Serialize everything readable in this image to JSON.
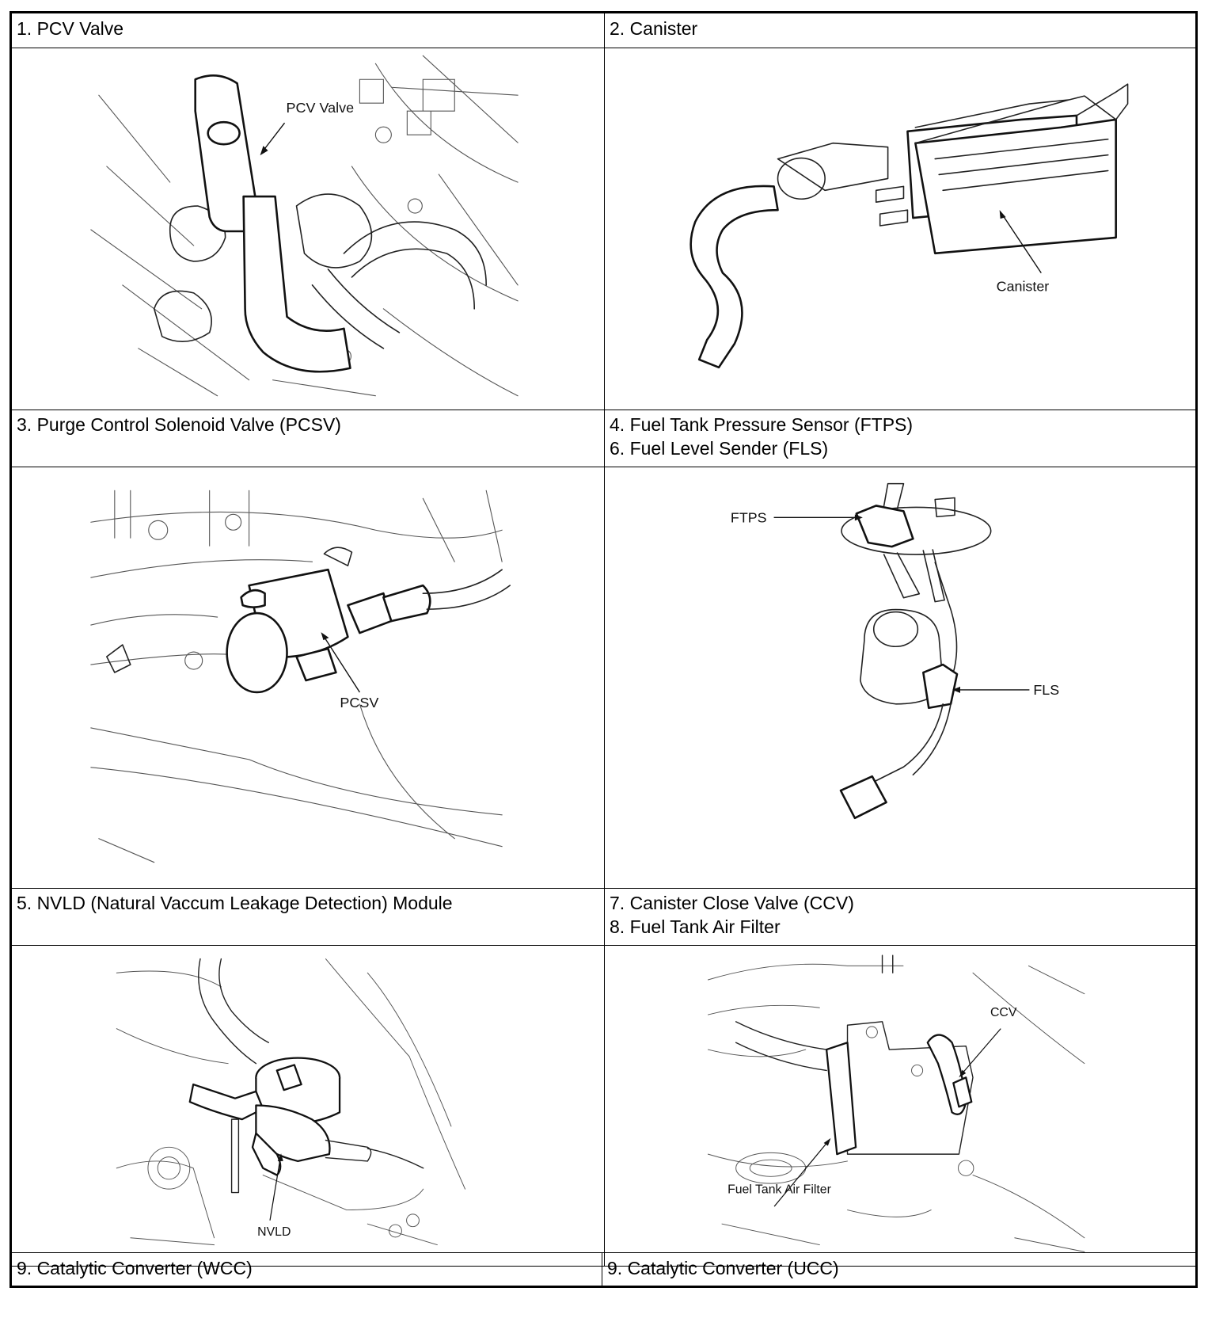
{
  "cells": [
    {
      "title": "1. PCV Valve",
      "callouts": [
        "PCV Valve"
      ]
    },
    {
      "title": "2. Canister",
      "callouts": [
        "Canister"
      ]
    },
    {
      "title": "3. Purge Control Solenoid Valve (PCSV)",
      "callouts": [
        "PCSV"
      ]
    },
    {
      "title_lines": [
        "4. Fuel Tank Pressure Sensor (FTPS)",
        "6. Fuel Level Sender (FLS)"
      ],
      "callouts": [
        "FTPS",
        "FLS"
      ]
    },
    {
      "title": "5. NVLD (Natural Vaccum Leakage Detection) Module",
      "callouts": [
        "NVLD"
      ]
    },
    {
      "title_lines": [
        "7. Canister Close Valve (CCV)",
        "8. Fuel Tank Air Filter"
      ],
      "callouts": [
        "CCV",
        "Fuel Tank Air Filter"
      ]
    },
    {
      "title": "9. Catalytic Converter (WCC)"
    },
    {
      "title": "9. Catalytic Converter (UCC)"
    }
  ]
}
